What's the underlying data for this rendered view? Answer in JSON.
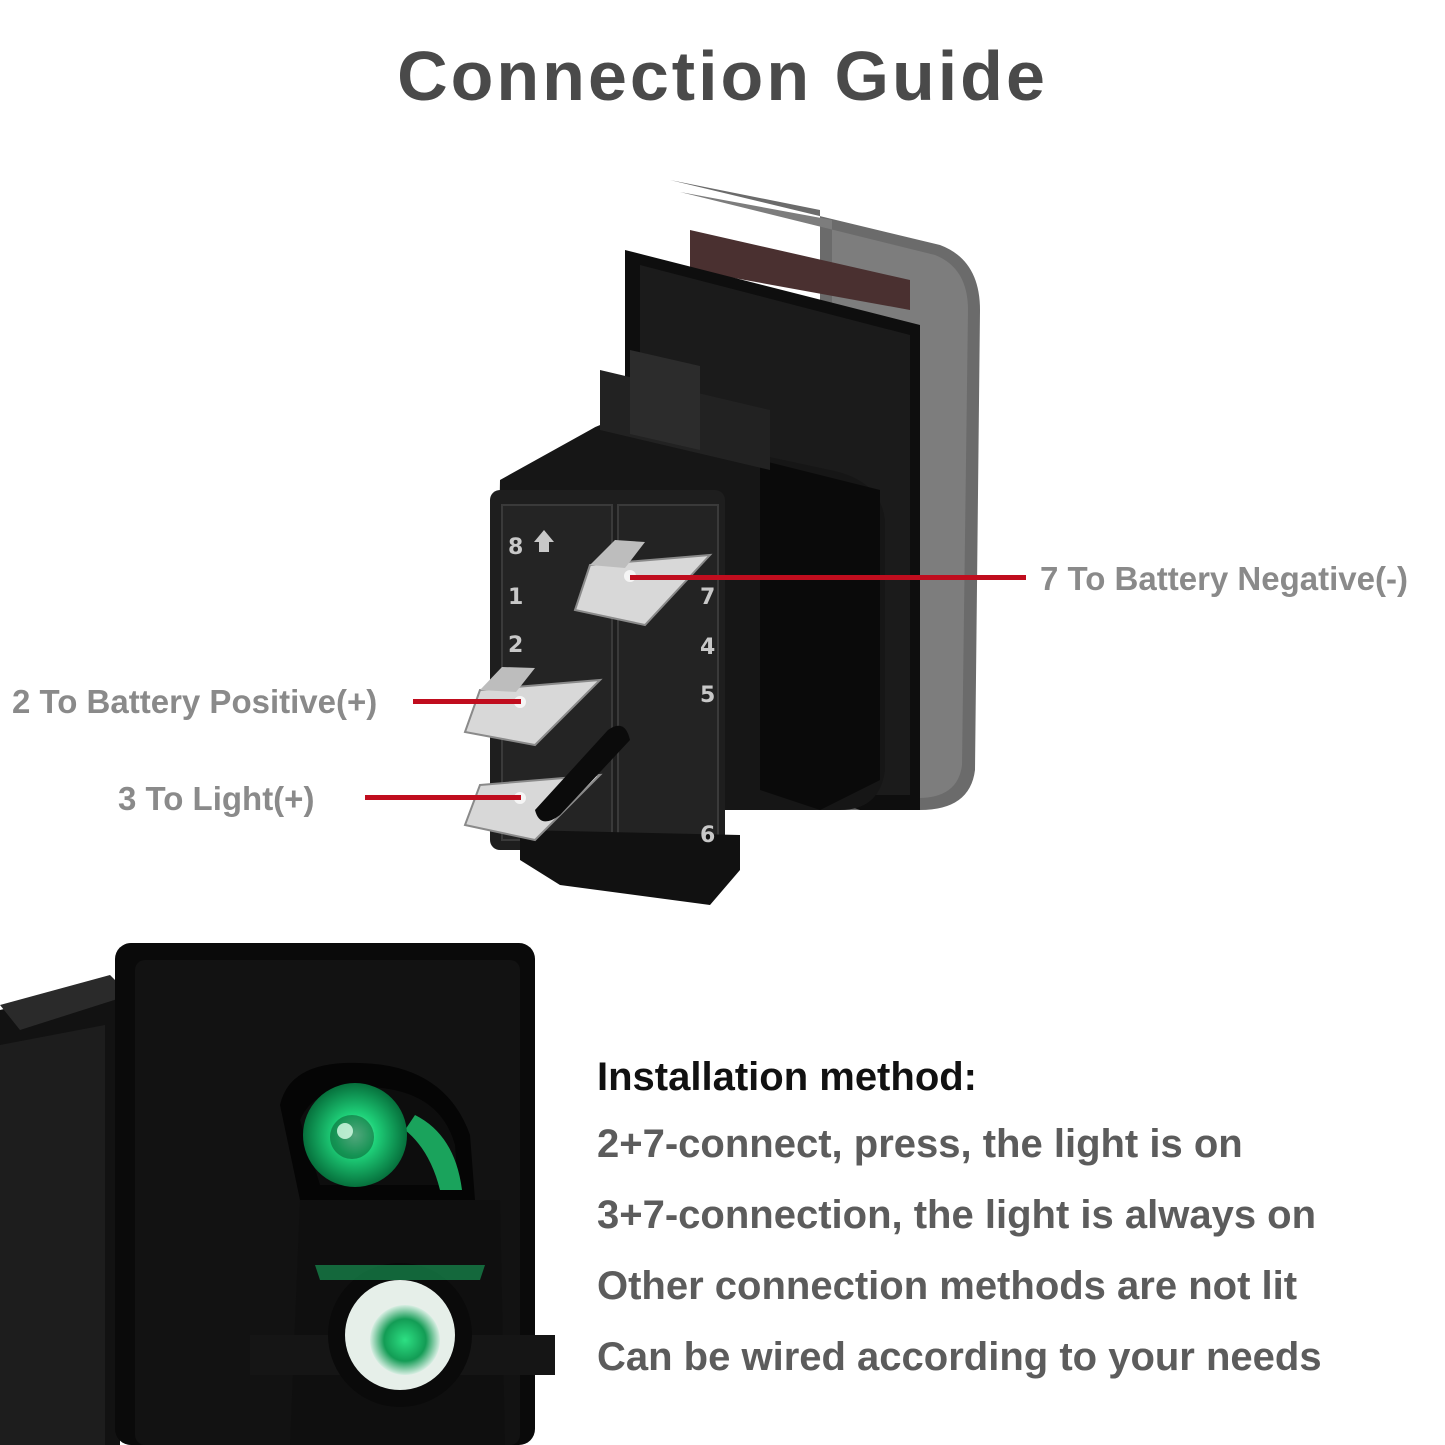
{
  "title": "Connection Guide",
  "callouts": {
    "pin7": "7 To Battery Negative(-)",
    "pin2": "2 To Battery Positive(+)",
    "pin3": "3 To Light(+)"
  },
  "pin_labels": [
    "8",
    "1",
    "2",
    "7",
    "4",
    "5",
    "6"
  ],
  "installation": {
    "heading": "Installation method:",
    "lines": [
      "2+7-connect, press, the light is on",
      "3+7-connection, the light is always on",
      "Other connection methods are not lit",
      "Can be wired according to your needs"
    ]
  },
  "colors": {
    "lead_line": "#c00d1e",
    "led_green": "#1fd27a",
    "switch_body": "#141414"
  }
}
